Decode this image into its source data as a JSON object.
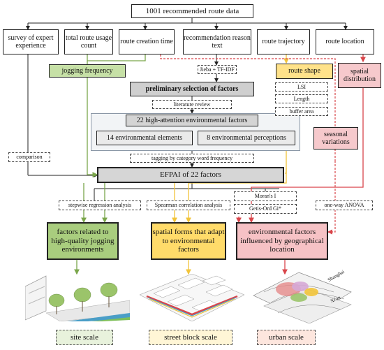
{
  "top": "1001 recommended route data",
  "sources": {
    "expert": "survey of expert experience",
    "usage": "total route usage count",
    "creation": "route creation time",
    "reason": "recommendation reason text",
    "trajectory": "route trajectory",
    "location": "route location"
  },
  "jogging_frequency": "jogging frequency",
  "jieba": "Jieba + TF-IDF",
  "prelim": "preliminary selection of factors",
  "literature": "literature review",
  "factors22": "22 high-attention environmental factors",
  "elements": "14 environmental elements",
  "perceptions": "8 environmental perceptions",
  "tagging": "tagging by category word frequency",
  "comparison": "comparison",
  "efpai": "EFPAI of 22 factors",
  "route_shape": "route shape",
  "shape_metrics": [
    "LSI",
    "Length",
    "buffer area"
  ],
  "spatial_distribution": "spatial distribution",
  "seasonal": "seasonal variations",
  "morans": "Moran's I",
  "getis": "Getis-Ord Gi*",
  "stepwise": "stepwise regression analysis",
  "spearman": "Spearman correlation analysis",
  "anova": "one-way ANOVA",
  "results": {
    "r1": "factors related to high-quality jogging environments",
    "r2": "spatial forms that adapt to environmental factors",
    "r3": "environmental factors influenced by geographical location"
  },
  "map_labels": [
    "Shanghai",
    "Xi'an"
  ],
  "scales": [
    "site scale",
    "street block scale",
    "urban scale"
  ],
  "colors": {
    "green": "#7aa64a",
    "yellow": "#f2c43a",
    "red": "#d9454a",
    "green_fill": "#c6e0a6",
    "yellow_fill": "#ffe28a",
    "red_fill": "#f6c9cc"
  }
}
